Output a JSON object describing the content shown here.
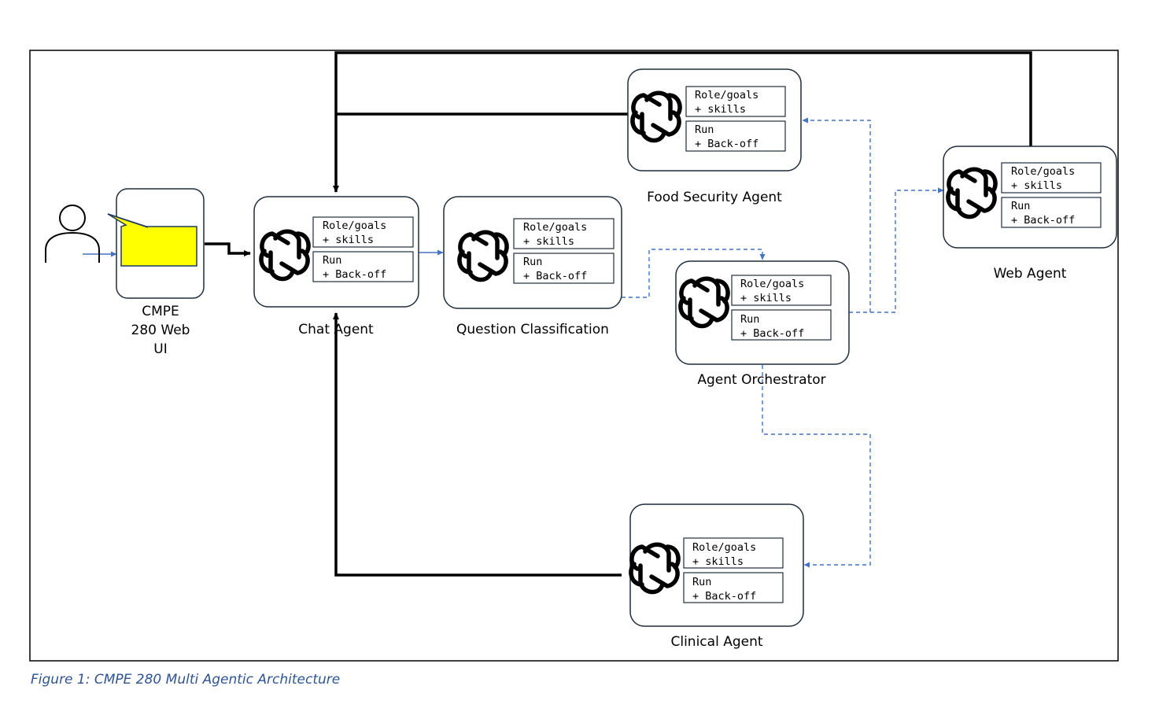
{
  "ui_label": {
    "line1": "CMPE",
    "line2": "280 Web",
    "line3": "UI"
  },
  "agents": {
    "chat": {
      "name": "Chat Agent",
      "role_line1": "Role/goals",
      "role_line2": "+ skills",
      "run_line1": "Run",
      "run_line2": "+ Back-off"
    },
    "question": {
      "name": "Question Classification",
      "role_line1": "Role/goals",
      "role_line2": "+ skills",
      "run_line1": "Run",
      "run_line2": "+ Back-off"
    },
    "orchestrator": {
      "name": "Agent Orchestrator",
      "role_line1": "Role/goals",
      "role_line2": "+ skills",
      "run_line1": "Run",
      "run_line2": "+ Back-off"
    },
    "food": {
      "name": "Food Security Agent",
      "role_line1": "Role/goals",
      "role_line2": "+ skills",
      "run_line1": "Run",
      "run_line2": "+ Back-off"
    },
    "web": {
      "name": "Web Agent",
      "role_line1": "Role/goals",
      "role_line2": "+ skills",
      "run_line1": "Run",
      "run_line2": "+ Back-off"
    },
    "clinical": {
      "name": "Clinical Agent",
      "role_line1": "Role/goals",
      "role_line2": "+ skills",
      "run_line1": "Run",
      "run_line2": "+ Back-off"
    }
  },
  "caption": "Figure 1: CMPE 280 Multi Agentic Architecture",
  "colors": {
    "solid_line": "#000000",
    "dashed_line": "#4472c4",
    "screen_fill": "#ffff00",
    "caption": "#2f5496"
  },
  "icons": {
    "agent": "openai-logo-icon",
    "user": "user-icon",
    "ui": "chat-bubble-screen-icon"
  }
}
